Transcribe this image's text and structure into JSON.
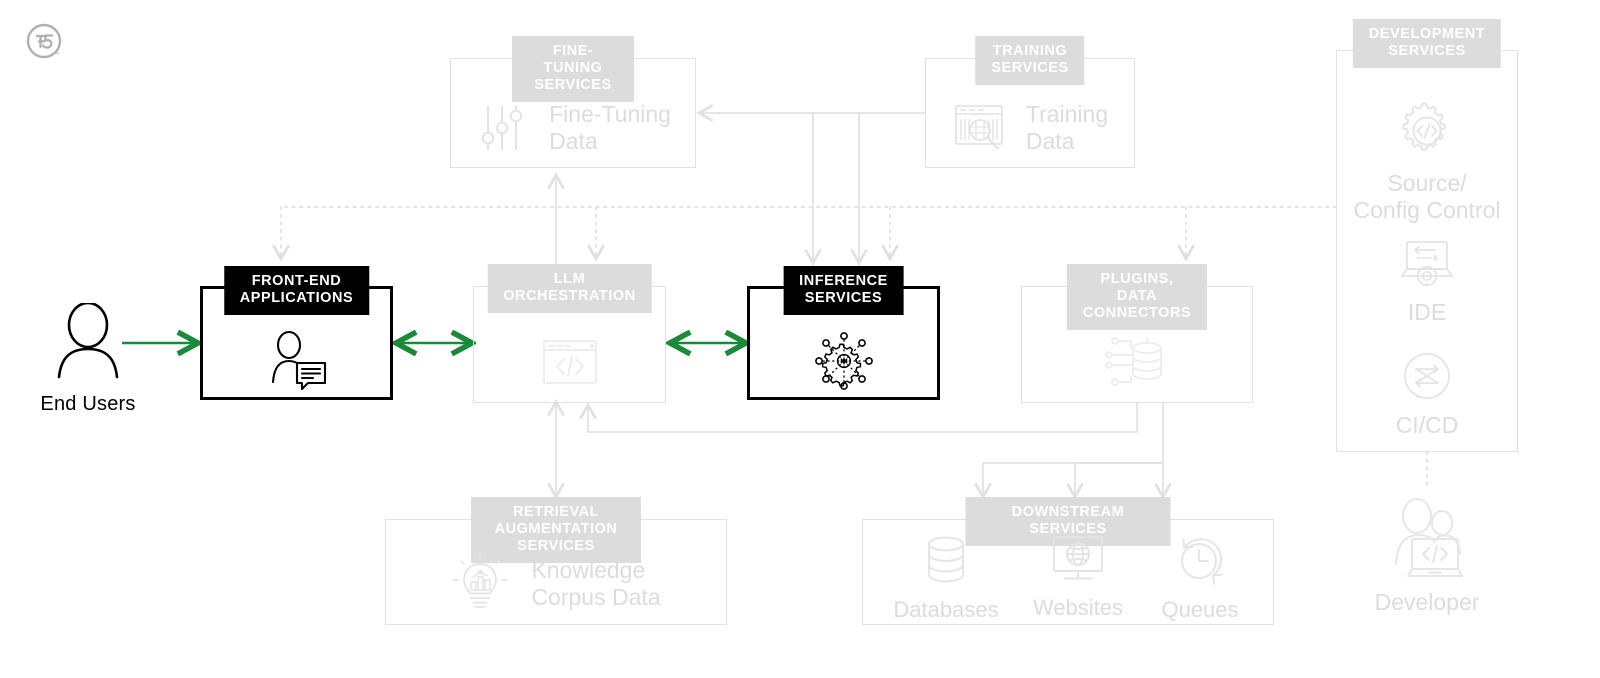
{
  "brand": {
    "logo": "f5-logo",
    "accent_green": "#1a8a3a",
    "gray_header": "#dcdcdc",
    "black": "#000000",
    "light_line": "#e2e2e2"
  },
  "actors": {
    "end_users": {
      "label": "End Users",
      "icon": "person-icon"
    },
    "developer": {
      "label": "Developer",
      "icon": "developer-laptop-icon"
    }
  },
  "boxes": {
    "fine_tuning": {
      "title": "FINE-TUNING SERVICES",
      "style": "gray",
      "items": [
        {
          "label": "Fine-Tuning\nData",
          "icon": "sliders-icon"
        }
      ]
    },
    "training": {
      "title": "TRAINING SERVICES",
      "style": "gray",
      "items": [
        {
          "label": "Training\nData",
          "icon": "data-search-icon"
        }
      ]
    },
    "development": {
      "title": "DEVELOPMENT\nSERVICES",
      "style": "gray",
      "items": [
        {
          "label": "Source/\nConfig Control",
          "icon": "gear-code-icon"
        },
        {
          "label": "IDE",
          "icon": "laptop-gear-icon"
        },
        {
          "label": "CI/CD",
          "icon": "shuffle-circle-icon"
        }
      ]
    },
    "frontend": {
      "title": "FRONT-END\nAPPLICATIONS",
      "style": "black",
      "items": [
        {
          "label": "",
          "icon": "user-chat-icon"
        }
      ]
    },
    "llm_orchestration": {
      "title": "LLM\nORCHESTRATION",
      "style": "gray",
      "items": [
        {
          "label": "",
          "icon": "code-window-icon"
        }
      ]
    },
    "inference": {
      "title": "INFERENCE\nSERVICES",
      "style": "black",
      "items": [
        {
          "label": "",
          "icon": "neural-hub-icon"
        }
      ]
    },
    "plugins": {
      "title": "PLUGINS,\nDATA CONNECTORS",
      "style": "gray",
      "items": [
        {
          "label": "",
          "icon": "database-connector-icon"
        }
      ]
    },
    "retrieval": {
      "title": "RETRIEVAL AUGMENTATION SERVICES",
      "style": "gray",
      "items": [
        {
          "label": "Knowledge\nCorpus Data",
          "icon": "lightbulb-chart-icon"
        }
      ]
    },
    "downstream": {
      "title": "DOWNSTREAM SERVICES",
      "style": "gray",
      "items": [
        {
          "label": "Databases",
          "icon": "database-icon"
        },
        {
          "label": "Websites",
          "icon": "monitor-globe-icon"
        },
        {
          "label": "Queues",
          "icon": "clock-refresh-icon"
        }
      ]
    }
  },
  "connections": [
    {
      "from": "end_users",
      "to": "frontend",
      "style": "solid-green",
      "direction": "one-way"
    },
    {
      "from": "frontend",
      "to": "llm_orchestration",
      "style": "solid-green",
      "direction": "two-way"
    },
    {
      "from": "llm_orchestration",
      "to": "inference",
      "style": "solid-green",
      "direction": "two-way"
    },
    {
      "from": "llm_orchestration",
      "to": "fine_tuning",
      "style": "solid-gray",
      "direction": "one-way"
    },
    {
      "from": "training",
      "to": "fine_tuning",
      "style": "solid-gray",
      "direction": "one-way"
    },
    {
      "from": "training",
      "to": "inference",
      "style": "solid-gray",
      "direction": "one-way"
    },
    {
      "from": "llm_orchestration",
      "to": "retrieval",
      "style": "solid-gray",
      "direction": "two-way"
    },
    {
      "from": "plugins",
      "to": "llm_orchestration",
      "style": "solid-gray",
      "direction": "one-way"
    },
    {
      "from": "plugins",
      "to": "downstream",
      "style": "solid-gray",
      "direction": "one-way"
    },
    {
      "from": "development",
      "to": "frontend",
      "style": "dotted-gray",
      "direction": "one-way"
    },
    {
      "from": "development",
      "to": "llm_orchestration",
      "style": "dotted-gray",
      "direction": "one-way"
    },
    {
      "from": "development",
      "to": "inference",
      "style": "dotted-gray",
      "direction": "one-way"
    },
    {
      "from": "development",
      "to": "plugins",
      "style": "dotted-gray",
      "direction": "one-way"
    },
    {
      "from": "development",
      "to": "developer",
      "style": "dotted-gray",
      "direction": "one-way"
    }
  ]
}
